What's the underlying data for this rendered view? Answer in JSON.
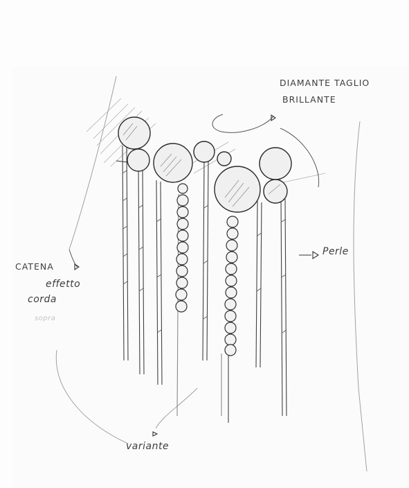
{
  "annotations": {
    "diamond_line1": "DIAMANTE TAGLIO",
    "diamond_line2": "BRILLANTE",
    "pearls": "Perle",
    "chain": "CATENA",
    "rope_line1": "effetto",
    "rope_line2": "corda",
    "variant": "variante",
    "faint_note": "sopra"
  },
  "colors": {
    "pencil": "#3a3a3a",
    "light_pencil": "#8a8a8a",
    "paper": "#fbfbfb"
  }
}
